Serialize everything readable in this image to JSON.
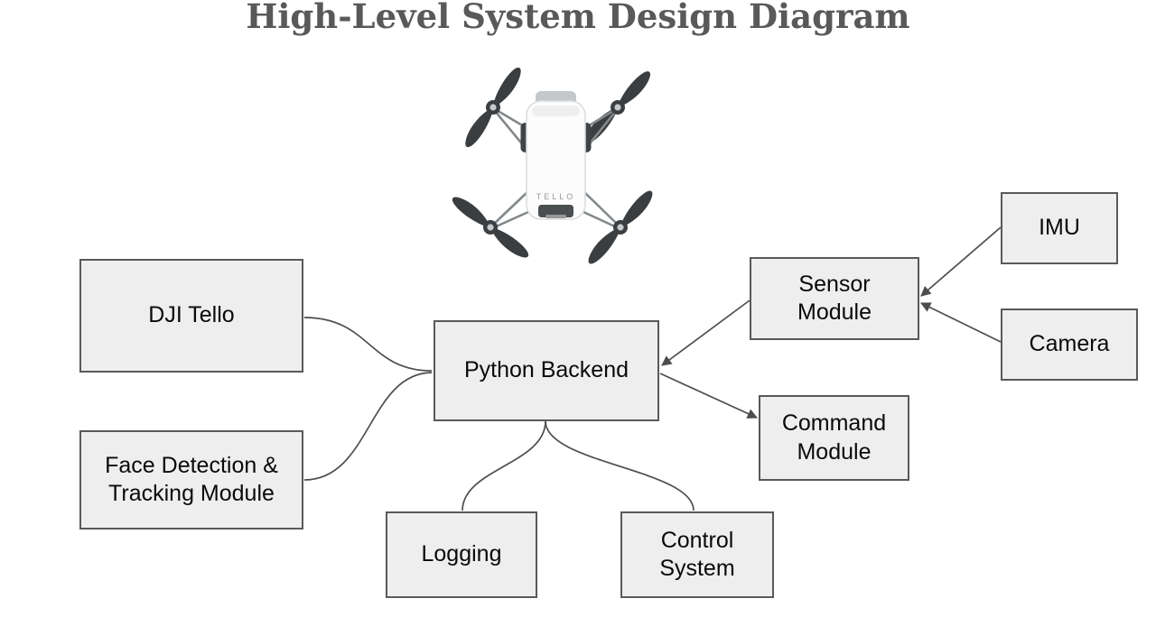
{
  "title": "High-Level System Design Diagram",
  "drone": {
    "label": "TELLO"
  },
  "nodes": {
    "dji_tello": {
      "label": "DJI Tello"
    },
    "face_detection": {
      "label": "Face Detection &\nTracking Module"
    },
    "python_backend": {
      "label": "Python Backend"
    },
    "logging": {
      "label": "Logging"
    },
    "control_system": {
      "label": "Control\nSystem"
    },
    "sensor_module": {
      "label": "Sensor\nModule"
    },
    "command_module": {
      "label": "Command\nModule"
    },
    "imu": {
      "label": "IMU"
    },
    "camera": {
      "label": "Camera"
    }
  },
  "edges": [
    {
      "from": "DJI Tello",
      "to": "Python Backend",
      "style": "curved",
      "arrowhead": false
    },
    {
      "from": "Face Detection & Tracking Module",
      "to": "Python Backend",
      "style": "curved",
      "arrowhead": false
    },
    {
      "from": "Python Backend",
      "to": "Logging",
      "style": "curved",
      "arrowhead": false
    },
    {
      "from": "Python Backend",
      "to": "Control System",
      "style": "curved",
      "arrowhead": false
    },
    {
      "from": "Sensor Module",
      "to": "Python Backend",
      "style": "straight",
      "arrowhead": true
    },
    {
      "from": "Python Backend",
      "to": "Command Module",
      "style": "straight",
      "arrowhead": true
    },
    {
      "from": "IMU",
      "to": "Sensor Module",
      "style": "straight",
      "arrowhead": true
    },
    {
      "from": "Camera",
      "to": "Sensor Module",
      "style": "straight",
      "arrowhead": true
    }
  ],
  "colors": {
    "background": "#ffffff",
    "box_fill": "#eeeeee",
    "box_border": "#595959",
    "box_text": "#0a0a0a",
    "connector": "#4d4d4d",
    "title_text": "#595959",
    "drone_blades": "#3b3e41",
    "drone_body": "#fcfcfc"
  }
}
